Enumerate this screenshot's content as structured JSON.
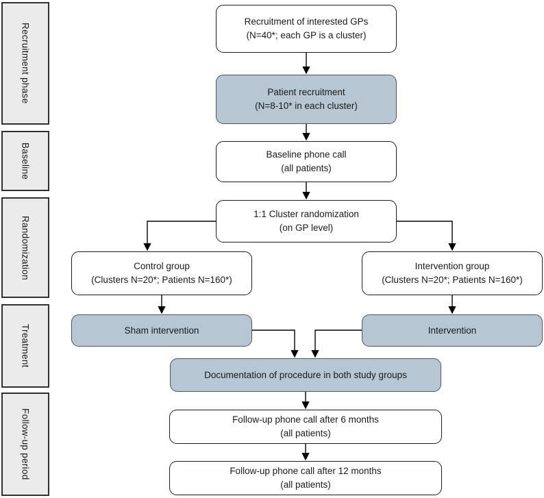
{
  "sidebar": {
    "phases": [
      {
        "label": "Recruitment phase"
      },
      {
        "label": "Baseline"
      },
      {
        "label": "Randomization"
      },
      {
        "label": "Treatment"
      },
      {
        "label": "Follow-up period"
      }
    ]
  },
  "flowchart": {
    "nodes": [
      {
        "name": "recruitment-gps",
        "variant": "white",
        "text": "Recruitment of interested GPs\n(N=40*; each GP is a cluster)"
      },
      {
        "name": "patient-recruitment",
        "variant": "blue",
        "text": "Patient recruitment\n(N=8-10* in each cluster)"
      },
      {
        "name": "baseline-phone-call",
        "variant": "white",
        "text": "Baseline phone call\n(all patients)"
      },
      {
        "name": "cluster-randomization",
        "variant": "white",
        "text": "1:1 Cluster randomization\n(on GP level)"
      },
      {
        "name": "control-group",
        "variant": "white",
        "text": "Control group\n(Clusters N=20*; Patients N=160*)"
      },
      {
        "name": "intervention-group",
        "variant": "white",
        "text": "Intervention group\n(Clusters N=20*; Patients N=160*)"
      },
      {
        "name": "sham-intervention",
        "variant": "blue",
        "text": "Sham intervention"
      },
      {
        "name": "intervention",
        "variant": "blue",
        "text": "Intervention"
      },
      {
        "name": "documentation",
        "variant": "blue",
        "text": "Documentation of procedure in both study groups"
      },
      {
        "name": "followup-6-months",
        "variant": "white",
        "text": "Follow-up phone call after 6 months\n(all patients)"
      },
      {
        "name": "followup-12-months",
        "variant": "white",
        "text": "Follow-up phone call after 12 months\n(all patients)"
      }
    ]
  },
  "colors": {
    "node_white_fill": "#ffffff",
    "node_blue_fill": "#b6c6d2",
    "node_border": "#1a1a1a",
    "node_blue_border": "#47565f",
    "sidebar_fill": "#ebebeb",
    "sidebar_border": "#2f2f2f",
    "arrow": "#000000"
  }
}
